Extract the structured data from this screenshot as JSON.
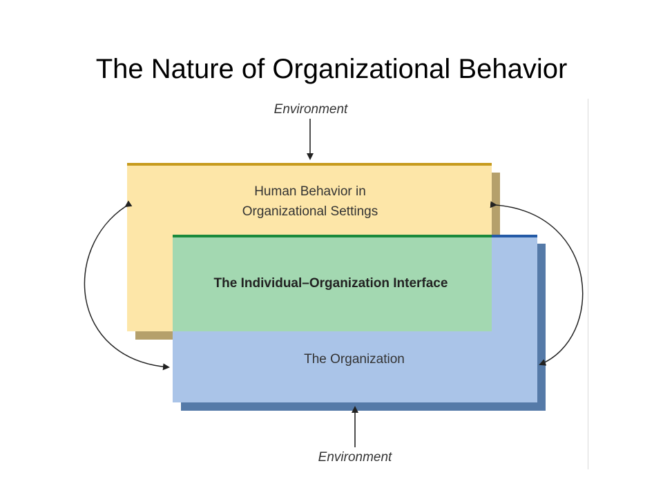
{
  "title": "The Nature of Organizational Behavior",
  "diagram": {
    "environment_top": "Environment",
    "environment_bottom": "Environment",
    "human_behavior_line1": "Human Behavior in",
    "human_behavior_line2": "Organizational Settings",
    "interface_label": "The Individual–Organization Interface",
    "organization_label": "The Organization"
  },
  "colors": {
    "human_box": "#fde6a8",
    "human_shadow": "#b5a06b",
    "human_border": "#c69b1e",
    "org_box": "#aac4e8",
    "org_shadow": "#557aa8",
    "org_border": "#245aa6",
    "interface_box": "#a3d8b1",
    "interface_border": "#1a8a3c"
  }
}
